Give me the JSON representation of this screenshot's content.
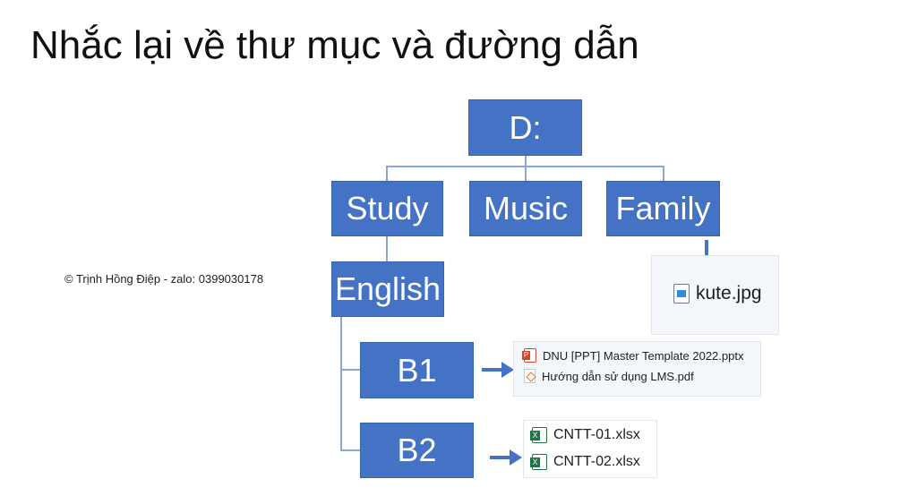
{
  "title": "Nhắc lại về thư mục và đường dẫn",
  "copyright": "© Trịnh Hồng Điệp - zalo: 0399030178",
  "tree": {
    "root": "D:",
    "level1": [
      "Study",
      "Music",
      "Family"
    ],
    "study_child": "English",
    "english_children": [
      "B1",
      "B2"
    ]
  },
  "files": {
    "family": [
      "kute.jpg"
    ],
    "b1": [
      "DNU [PPT] Master Template 2022.pptx",
      "Hướng dẫn sử dụng LMS.pdf"
    ],
    "b2": [
      "CNTT-01.xlsx",
      "CNTT-02.xlsx"
    ]
  },
  "icons": {
    "family_file": "image-file-icon",
    "b1_files": [
      "powerpoint-file-icon",
      "pdf-file-icon"
    ],
    "b2_files": [
      "excel-file-icon",
      "excel-file-icon"
    ]
  },
  "colors": {
    "node_fill": "#4472c4",
    "connector": "#8aa7d6",
    "arrow": "#4472c4"
  }
}
